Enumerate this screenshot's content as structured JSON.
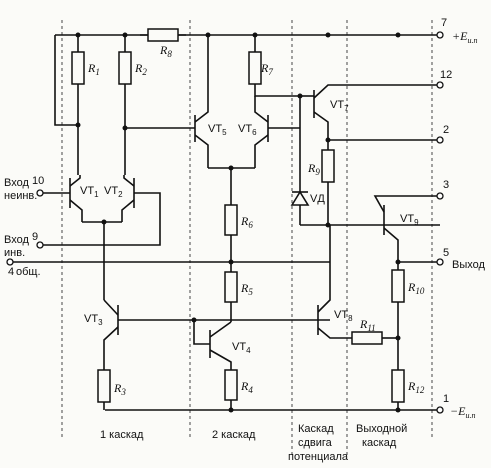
{
  "pins": {
    "p7": "7",
    "p12": "12",
    "p2": "2",
    "p3": "3",
    "p5": "5",
    "p1": "1",
    "p10": "10",
    "p9": "9",
    "p4": "4"
  },
  "supply": {
    "pos": "+E",
    "pos_sub": "и.п",
    "neg": "−E",
    "neg_sub": "и.п"
  },
  "io_labels": {
    "in_noninv_1": "Вход",
    "in_noninv_2": "неинв.",
    "in_inv_1": "Вход",
    "in_inv_2": "инв.",
    "common": "общ.",
    "output": "Выход"
  },
  "components": {
    "R1": "R",
    "R1s": "1",
    "R2": "R",
    "R2s": "2",
    "R3": "R",
    "R3s": "3",
    "R4": "R",
    "R4s": "4",
    "R5": "R",
    "R5s": "5",
    "R6": "R",
    "R6s": "6",
    "R7": "R",
    "R7s": "7",
    "R8": "R",
    "R8s": "8",
    "R9": "R",
    "R9s": "9",
    "R10": "R",
    "R10s": "10",
    "R11": "R",
    "R11s": "11",
    "R12": "R",
    "R12s": "12",
    "VT1": "VT",
    "VT1s": "1",
    "VT2": "VT",
    "VT2s": "2",
    "VT3": "VT",
    "VT3s": "3",
    "VT4": "VT",
    "VT4s": "4",
    "VT5": "VT",
    "VT5s": "5",
    "VT6": "VT",
    "VT6s": "6",
    "VT7": "VT",
    "VT7s": "7",
    "VT8": "VT",
    "VT8s": "8",
    "VT9": "VT",
    "VT9s": "9",
    "VD": "VД"
  },
  "stages": {
    "stage1": "1 каскад",
    "stage2": "2 каскад",
    "stage3_1": "Каскад",
    "stage3_2": "сдвига",
    "stage3_3": "потенциала",
    "stage4_1": "Выходной",
    "stage4_2": "каскад"
  }
}
